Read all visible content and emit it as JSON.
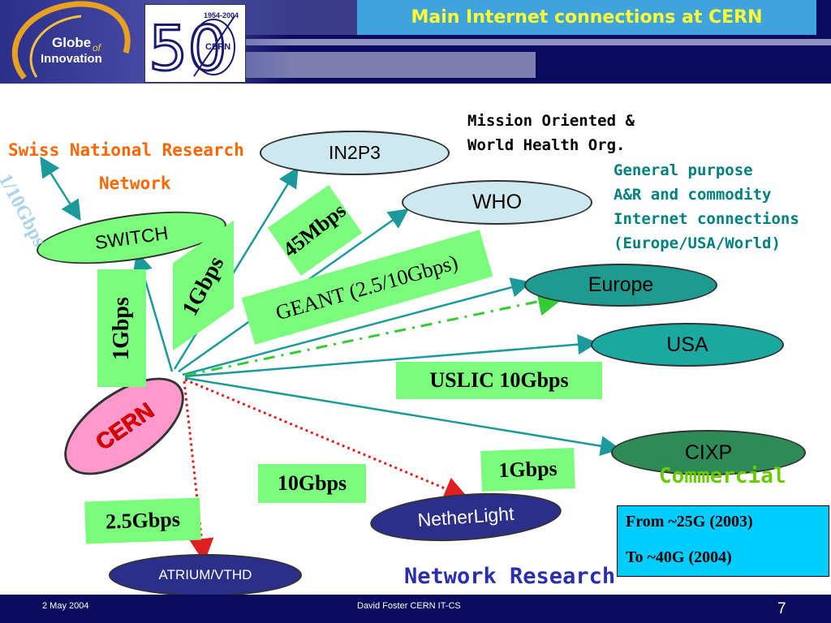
{
  "header": {
    "title": "Main Internet connections at CERN"
  },
  "logos": {
    "globe_line1": "Globe",
    "globe_of": "of",
    "globe_line2": "Innovation",
    "anniv_years": "1954-2004",
    "anniv_number": "50",
    "anniv_org": "CERN"
  },
  "nodes": {
    "cern": "CERN",
    "switch": "SWITCH",
    "in2p3": "IN2P3",
    "who": "WHO",
    "europe": "Europe",
    "usa": "USA",
    "cixp": "CIXP",
    "netherlight": "NetherLight",
    "atrium": "ATRIUM/VTHD"
  },
  "link_labels": {
    "switch_speed": "1/10Gbps",
    "cern_switch": "1Gbps",
    "cern_in2p3": "1Gbps",
    "who": "45Mbps",
    "geant": "GEANT (2.5/10Gbps)",
    "uslic": "USLIC 10Gbps",
    "netherlight_10g": "10Gbps",
    "netherlight_1g": "1Gbps",
    "atrium": "2.5Gbps"
  },
  "annotations": {
    "swiss_line1": "Swiss National Research",
    "swiss_line2": "Network",
    "mission_line1": "Mission Oriented &",
    "mission_line2": "World Health Org.",
    "general_lines": [
      "General purpose",
      "A&R and commodity",
      "Internet connections",
      "(Europe/USA/World)"
    ],
    "commercial": "Commercial",
    "network_research": "Network Research",
    "from_text": "From ~25G (2003)",
    "to_text": "To ~40G (2004)"
  },
  "footer": {
    "date": "2 May 2004",
    "author": "David Foster CERN IT-CS",
    "page": "7"
  },
  "colors": {
    "header_bg": "#0a0a5e",
    "title_box": "#3fa3dc",
    "title_text": "#ffff33",
    "label_green": "#7cfc7c",
    "teal_line": "#1a9a9a",
    "red_dotted": "#e02020",
    "navy_oval": "#2b2f8a",
    "orange_text": "#ff6600",
    "teal_text": "#008080"
  }
}
